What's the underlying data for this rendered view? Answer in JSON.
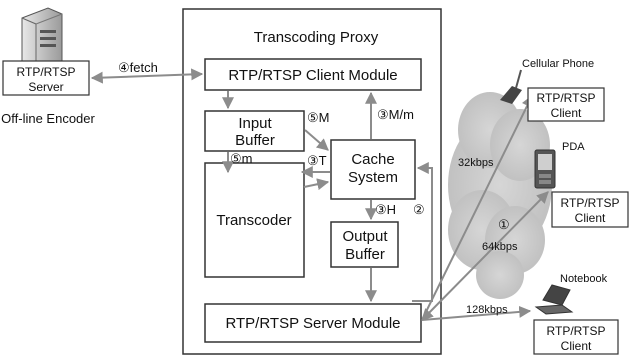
{
  "proxy": {
    "title": "Transcoding Proxy",
    "client_module": "RTP/RTSP Client Module",
    "input_buffer": [
      "Input",
      "Buffer"
    ],
    "cache_system": [
      "Cache",
      "System"
    ],
    "transcoder": "Transcoder",
    "output_buffer": [
      "Output",
      "Buffer"
    ],
    "server_module": "RTP/RTSP Server Module"
  },
  "encoder": {
    "box": [
      "RTP/RTSP",
      "Server"
    ],
    "caption": "Off-line Encoder"
  },
  "flow_labels": {
    "fetch": "④fetch",
    "m_upper": "⑤M",
    "m_lower": "⑤m",
    "t": "③T",
    "mm": "③M/m",
    "h": "③H",
    "two": "②",
    "one": "①"
  },
  "bandwidths": {
    "phone": "32kbps",
    "pda": "64kbps",
    "notebook": "128kbps"
  },
  "clients": {
    "phone_caption": "Cellular Phone",
    "pda_caption": "PDA",
    "notebook_caption": "Notebook",
    "client_box": [
      "RTP/RTSP",
      "Client"
    ]
  },
  "colors": {
    "arrow": "#8c8c8c",
    "cloud": "#c8c8c8",
    "box_stroke": "#333333"
  }
}
